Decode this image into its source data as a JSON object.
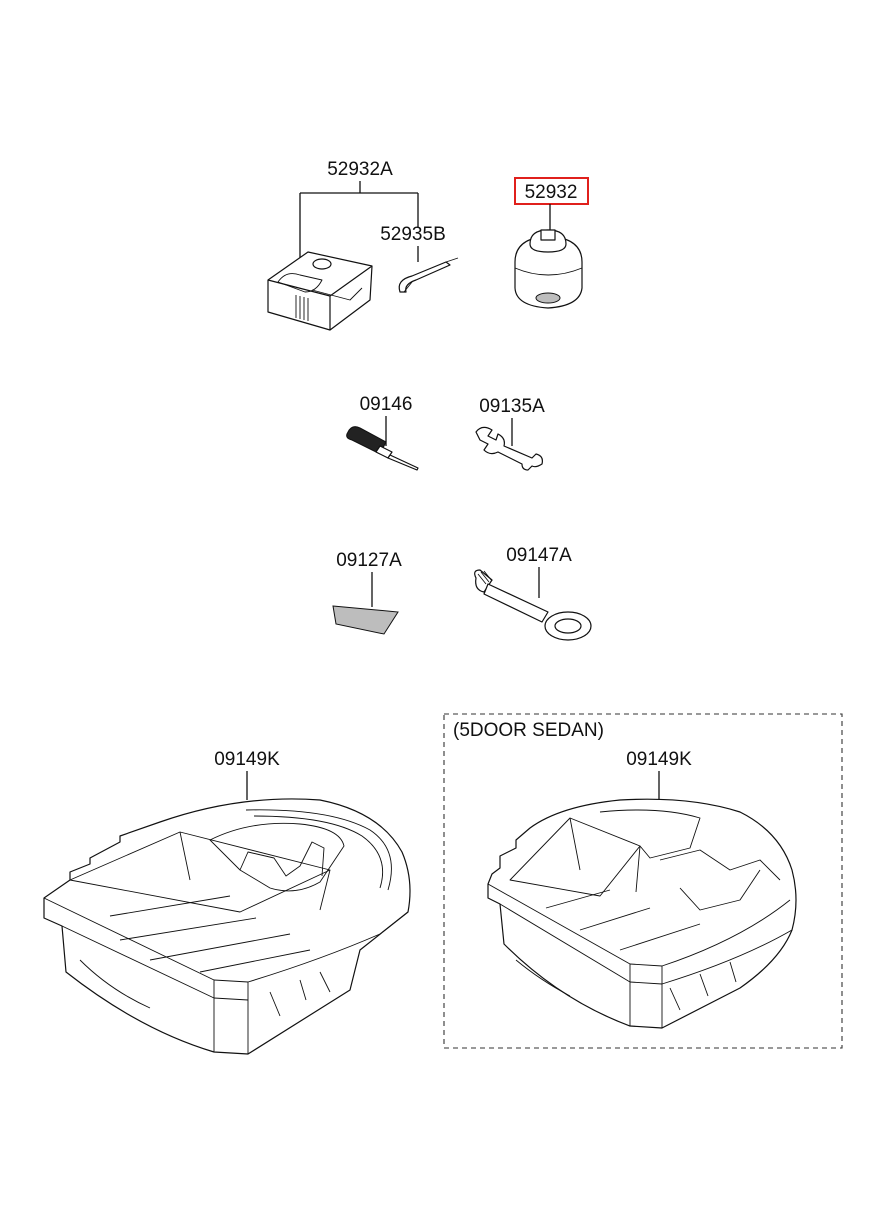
{
  "parts": {
    "p52932A": "52932A",
    "p52935B": "52935B",
    "p52932": "52932",
    "p09146": "09146",
    "p09135A": "09135A",
    "p09127A": "09127A",
    "p09147A": "09147A",
    "p09149K_left": "09149K",
    "p09149K_right": "09149K"
  },
  "variant_box": {
    "label": "(5DOOR SEDAN)"
  },
  "highlight": {
    "part": "52932",
    "color": "#e0201c"
  }
}
